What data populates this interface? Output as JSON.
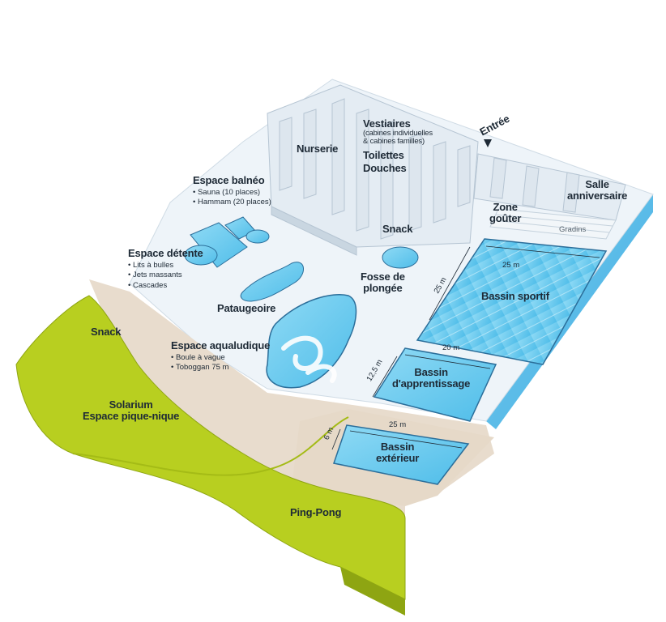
{
  "zones": {
    "vestiaires": {
      "title": "Vestiaires",
      "sub1": "(cabines individuelles",
      "sub2": "& cabines familles)"
    },
    "toilettes": "Toilettes",
    "douches": "Douches",
    "entree": "Entrée",
    "nurserie": "Nurserie",
    "salle_anniversaire": {
      "line1": "Salle",
      "line2": "anniversaire"
    },
    "zone_gouter": {
      "line1": "Zone",
      "line2": "goûter"
    },
    "gradins": "Gradins",
    "espace_balneo": {
      "title": "Espace balnéo",
      "items": [
        "Sauna (10 places)",
        "Hammam (20 places)"
      ]
    },
    "snack_interior": "Snack",
    "espace_detente": {
      "title": "Espace détente",
      "items": [
        "Lits à bulles",
        "Jets massants",
        "Cascades"
      ]
    },
    "fosse": {
      "line1": "Fosse de",
      "line2": "plongée"
    },
    "pataugeoire": "Pataugeoire",
    "bassin_sportif": {
      "label": "Bassin sportif",
      "len": "25 m",
      "wid": "25 m"
    },
    "espace_aqualudique": {
      "title": "Espace aqualudique",
      "items": [
        "Boule à vague",
        "Toboggan 75 m"
      ]
    },
    "snack_outdoor": "Snack",
    "bassin_apprentissage": {
      "line1": "Bassin",
      "line2": "d'apprentissage",
      "len": "20 m",
      "wid": "12,5 m"
    },
    "solarium": {
      "line1": "Solarium",
      "line2": "Espace pique-nique"
    },
    "bassin_exterieur": {
      "line1": "Bassin",
      "line2": "extérieur",
      "len": "25 m",
      "wid": "6 m"
    },
    "ping_pong": "Ping-Pong"
  },
  "colors": {
    "lawn": "#b8cf20",
    "lawn_edge": "#8ea512",
    "water": "#5cc6ee",
    "water_light": "#a8e3f7",
    "floor": "#eef4f9",
    "wall": "#c9d6e1",
    "sand": "#e8dccd",
    "side_blue": "#55b8e6"
  }
}
